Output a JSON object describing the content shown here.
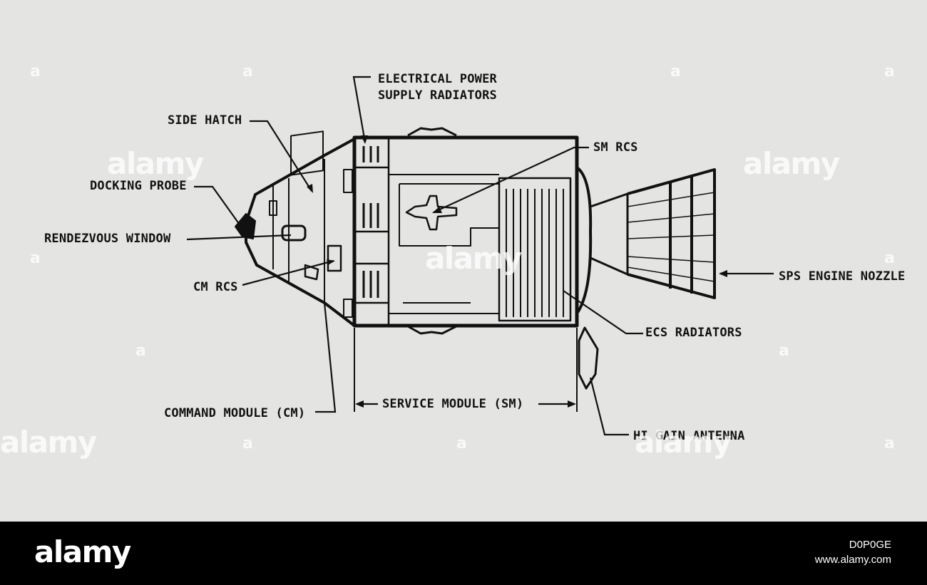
{
  "labels": {
    "electrical_power": "ELECTRICAL POWER\nSUPPLY RADIATORS",
    "side_hatch": "SIDE HATCH",
    "docking_probe": "DOCKING PROBE",
    "rendezvous_window": "RENDEZVOUS WINDOW",
    "cm_rcs": "CM RCS",
    "command_module": "COMMAND MODULE (CM)",
    "service_module": "SERVICE MODULE (SM)",
    "sm_rcs": "SM RCS",
    "sps_engine_nozzle": "SPS ENGINE NOZZLE",
    "ecs_radiators": "ECS RADIATORS",
    "hi_gain_antenna": "HI GAIN ANTENNA"
  },
  "watermark": {
    "text": "alamy",
    "small_mark": "a"
  },
  "footer": {
    "logo": "alamy",
    "image_id": "D0P0GE",
    "site": "www.alamy.com"
  },
  "colors": {
    "background": "#e4e4e2",
    "ink": "#111111",
    "footer": "#000000"
  }
}
